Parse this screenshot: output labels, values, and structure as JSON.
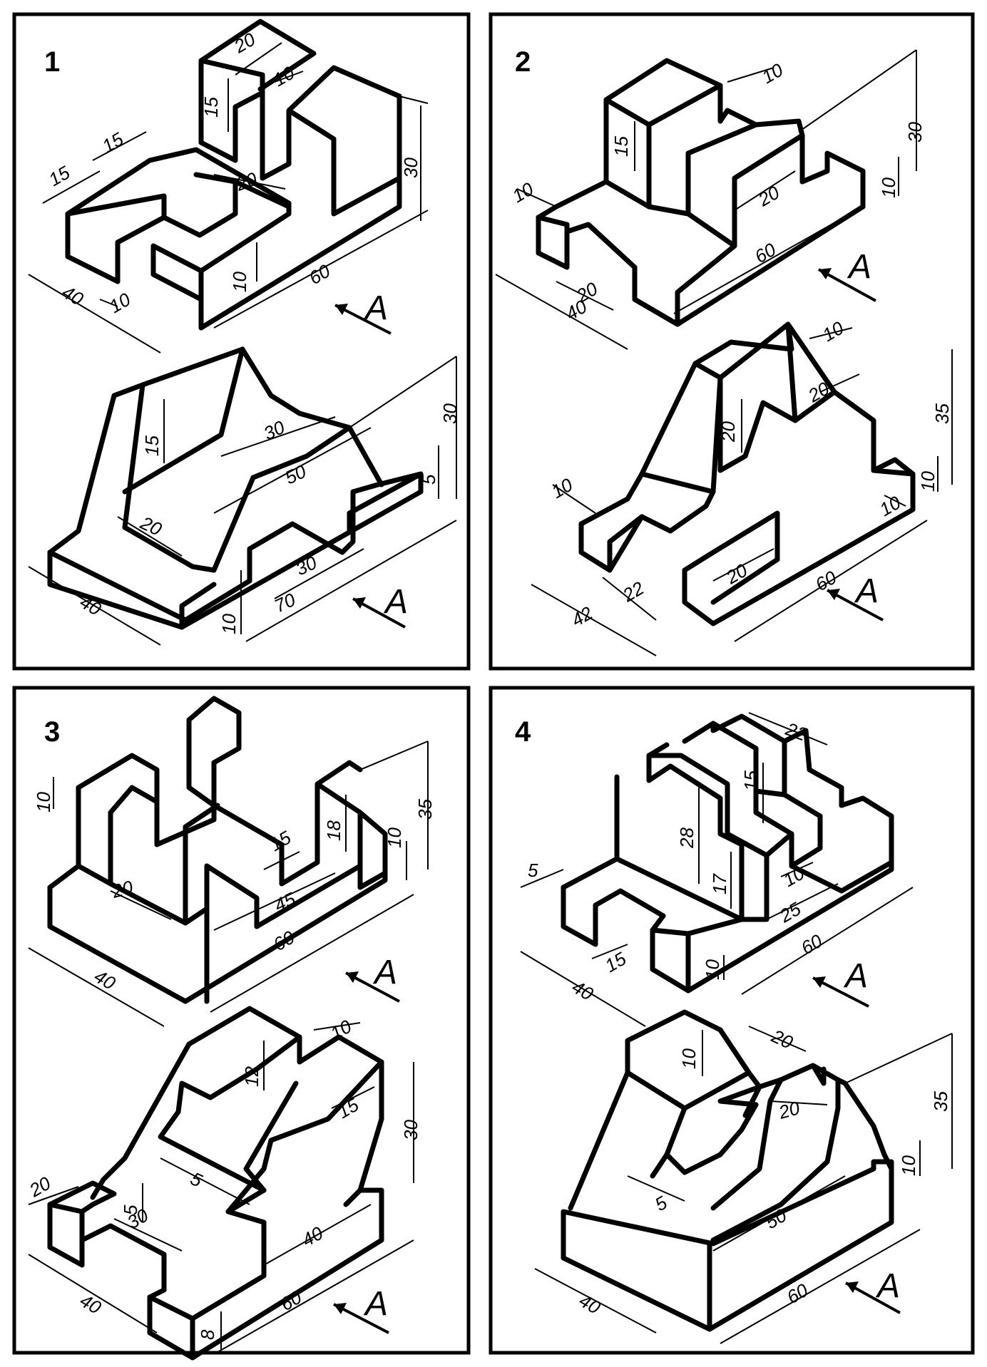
{
  "panels": [
    {
      "number": "1",
      "view_letter": "A",
      "dims_upper": [
        "20",
        "10",
        "15",
        "30",
        "15",
        "15",
        "20",
        "40",
        "10",
        "10",
        "60"
      ],
      "dims_lower": [
        "15",
        "30",
        "50",
        "5",
        "30",
        "20",
        "30",
        "70",
        "10",
        "40"
      ]
    },
    {
      "number": "2",
      "view_letter": "A",
      "dims_upper": [
        "10",
        "30",
        "15",
        "10",
        "10",
        "20",
        "60",
        "20",
        "40"
      ],
      "dims_lower": [
        "10",
        "20",
        "20",
        "35",
        "10",
        "10",
        "10",
        "20",
        "22",
        "42",
        "60"
      ]
    },
    {
      "number": "3",
      "view_letter": "A",
      "dims_upper": [
        "10",
        "35",
        "10",
        "15",
        "18",
        "20",
        "45",
        "40",
        "60"
      ],
      "dims_lower": [
        "10",
        "5",
        "12",
        "15",
        "30",
        "5",
        "20",
        "30",
        "40",
        "8",
        "40",
        "60"
      ]
    },
    {
      "number": "4",
      "view_letter": "A",
      "dims_upper": [
        "22",
        "15",
        "5",
        "28",
        "17",
        "10",
        "25",
        "15",
        "40",
        "10",
        "60"
      ],
      "dims_lower": [
        "20",
        "10",
        "35",
        "20",
        "10",
        "5",
        "50",
        "40",
        "60"
      ]
    }
  ],
  "colors": {
    "ink": "#000000",
    "paper": "#ffffff"
  }
}
